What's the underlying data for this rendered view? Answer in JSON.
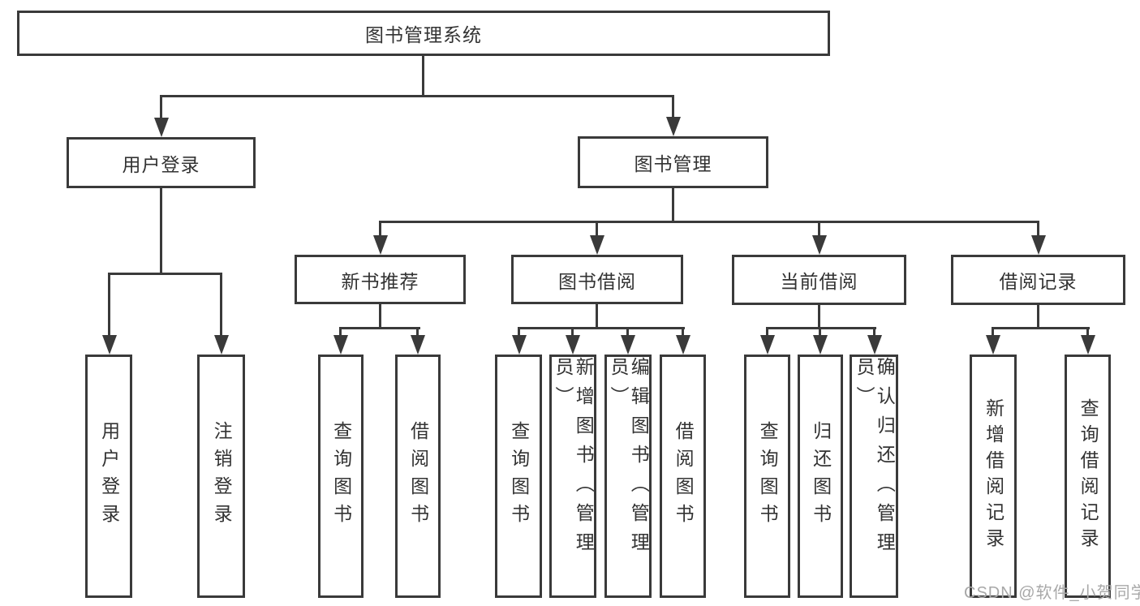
{
  "diagram": {
    "root": {
      "label": "图书管理系统",
      "children": [
        {
          "label": "用户登录",
          "children": [
            {
              "label": "用户登录"
            },
            {
              "label": "注销登录"
            }
          ]
        },
        {
          "label": "图书管理",
          "children": [
            {
              "label": "新书推荐",
              "children": [
                {
                  "label": "查询图书"
                },
                {
                  "label": "借阅图书"
                }
              ]
            },
            {
              "label": "图书借阅",
              "children": [
                {
                  "label": "查询图书"
                },
                {
                  "label": "新增图书（管理员）"
                },
                {
                  "label": "编辑图书（管理员）"
                },
                {
                  "label": "借阅图书"
                }
              ]
            },
            {
              "label": "当前借阅",
              "children": [
                {
                  "label": "查询图书"
                },
                {
                  "label": "归还图书"
                },
                {
                  "label": "确认归还（管理员）"
                }
              ]
            },
            {
              "label": "借阅记录",
              "children": [
                {
                  "label": "新增借阅记录"
                },
                {
                  "label": "查询借阅记录"
                }
              ]
            }
          ]
        }
      ]
    }
  },
  "watermark": "CSDN @软件_小贺同学",
  "colors": {
    "line": "#3a3a3a",
    "text": "#333333",
    "background": "#ffffff",
    "watermark": "#a8a8a8"
  }
}
